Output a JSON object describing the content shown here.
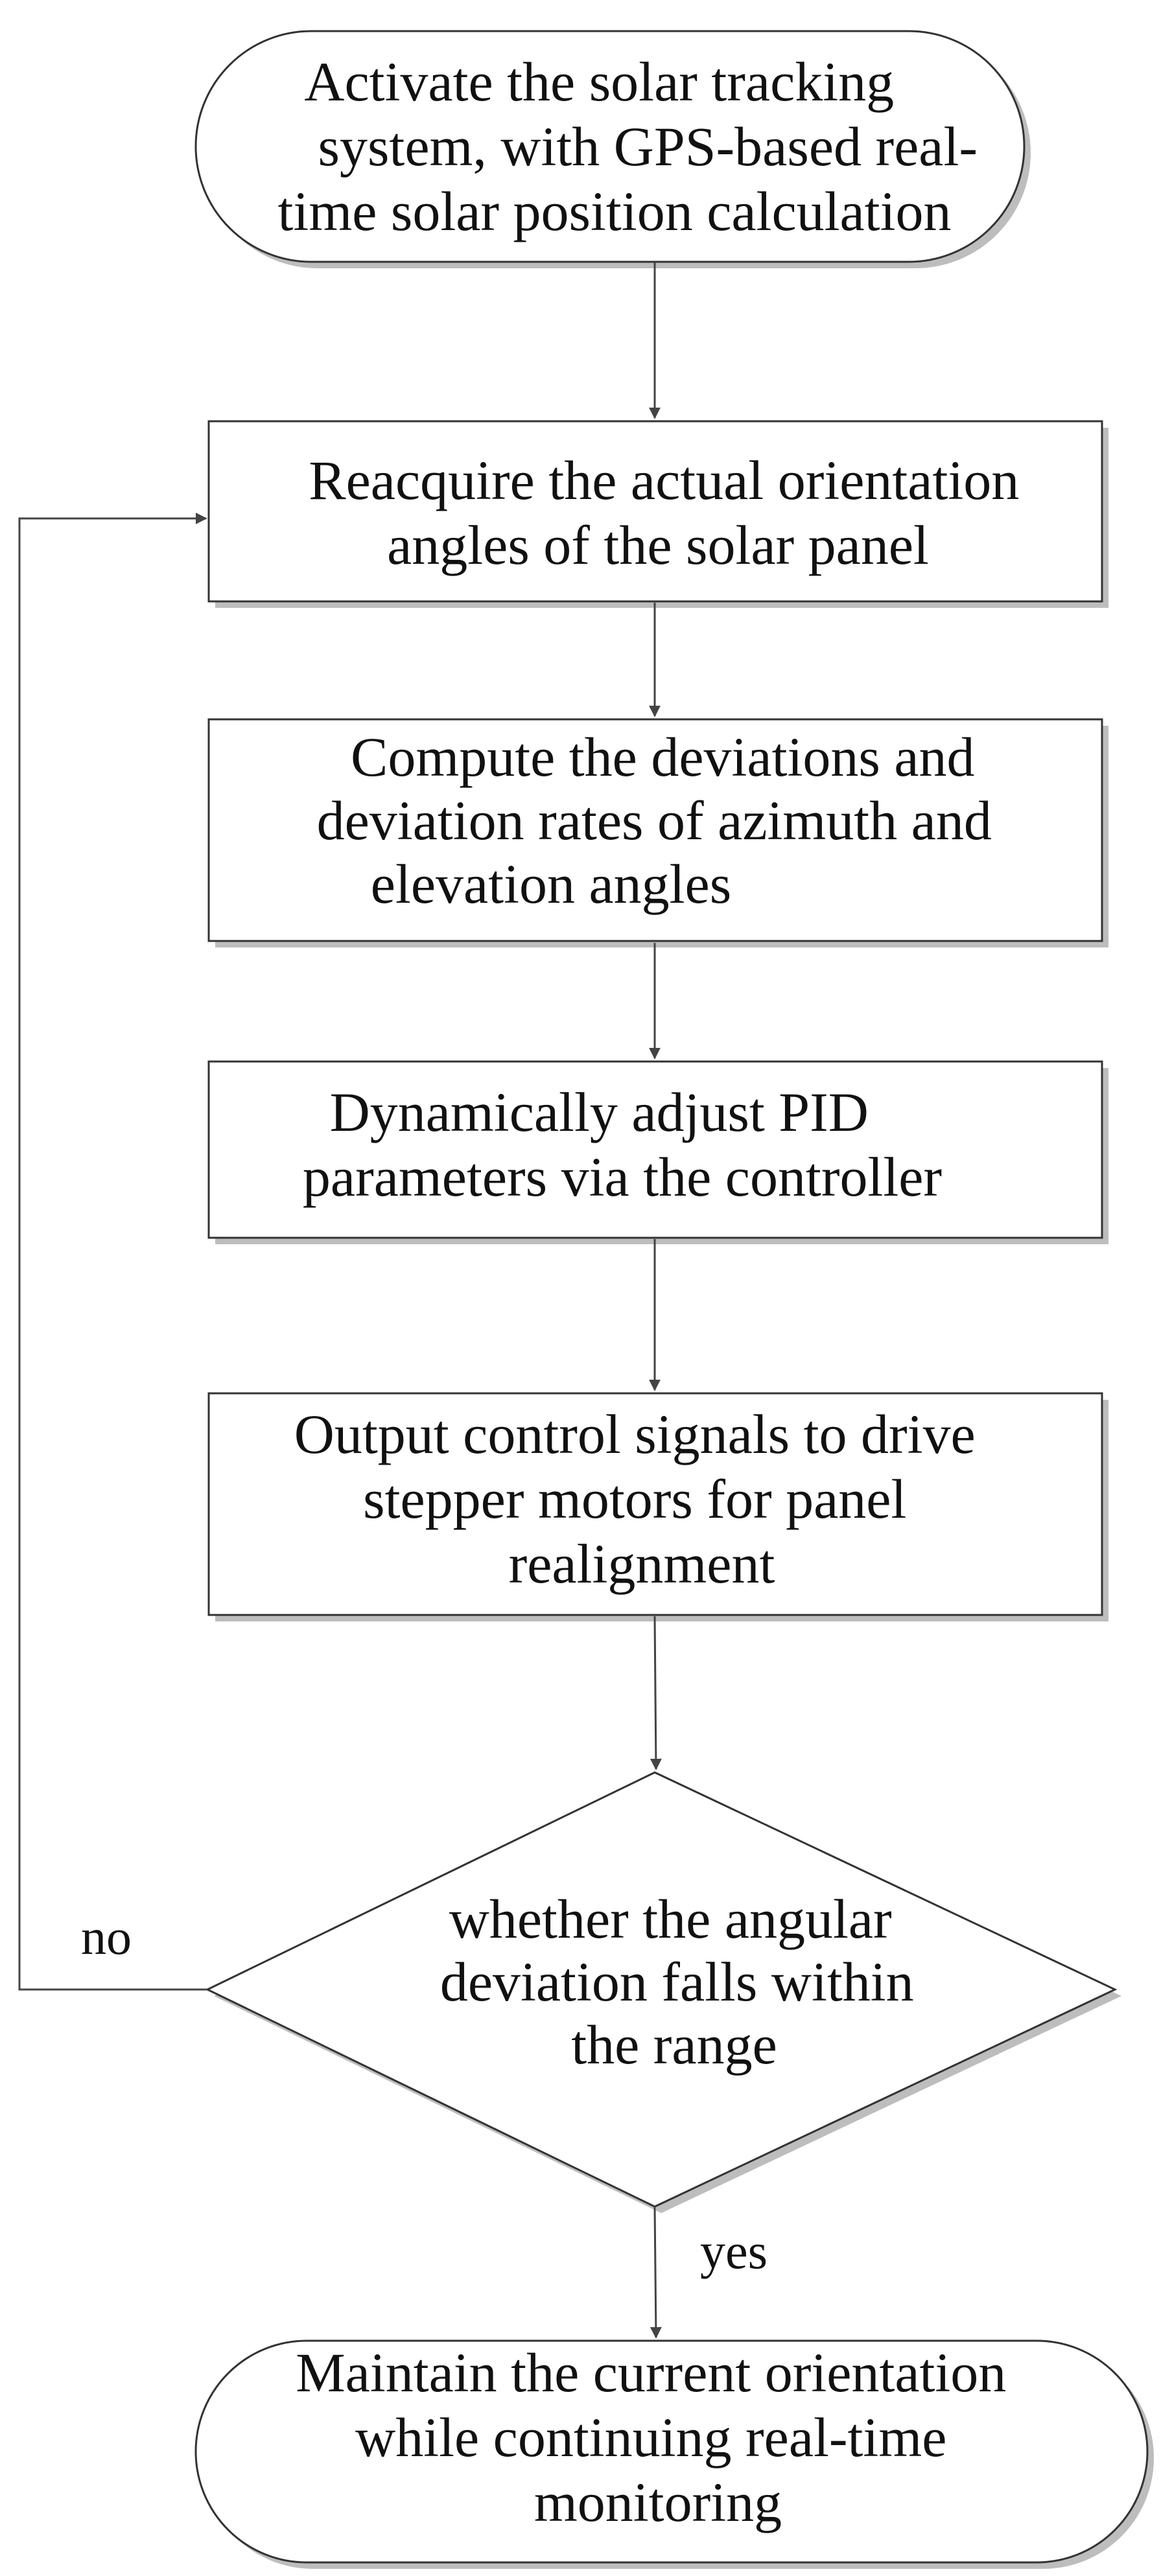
{
  "diagram": {
    "nodes": [
      {
        "id": "start",
        "shape": "terminal",
        "lines": [
          "Activate the solar tracking",
          "system, with GPS-based real-",
          "time solar position calculation"
        ]
      },
      {
        "id": "reacquire",
        "shape": "process",
        "lines": [
          "Reacquire the actual orientation",
          "angles of the solar panel"
        ]
      },
      {
        "id": "compute",
        "shape": "process",
        "lines": [
          "Compute the deviations and",
          "deviation rates of azimuth and",
          "elevation angles"
        ]
      },
      {
        "id": "adjust",
        "shape": "process",
        "lines": [
          "Dynamically adjust PID",
          "parameters via the controller"
        ]
      },
      {
        "id": "output",
        "shape": "process",
        "lines": [
          "Output control signals to drive",
          "stepper motors for panel",
          "realignment"
        ]
      },
      {
        "id": "decision",
        "shape": "decision",
        "lines": [
          "whether the angular",
          "deviation falls within",
          "the range"
        ]
      },
      {
        "id": "end",
        "shape": "terminal",
        "lines": [
          "Maintain the current orientation",
          "while continuing real-time",
          "monitoring"
        ]
      }
    ],
    "edges": [
      {
        "from": "start",
        "to": "reacquire",
        "label": ""
      },
      {
        "from": "reacquire",
        "to": "compute",
        "label": ""
      },
      {
        "from": "compute",
        "to": "adjust",
        "label": ""
      },
      {
        "from": "adjust",
        "to": "output",
        "label": ""
      },
      {
        "from": "output",
        "to": "decision",
        "label": ""
      },
      {
        "from": "decision",
        "to": "reacquire",
        "label": "no"
      },
      {
        "from": "decision",
        "to": "end",
        "label": "yes"
      }
    ]
  }
}
